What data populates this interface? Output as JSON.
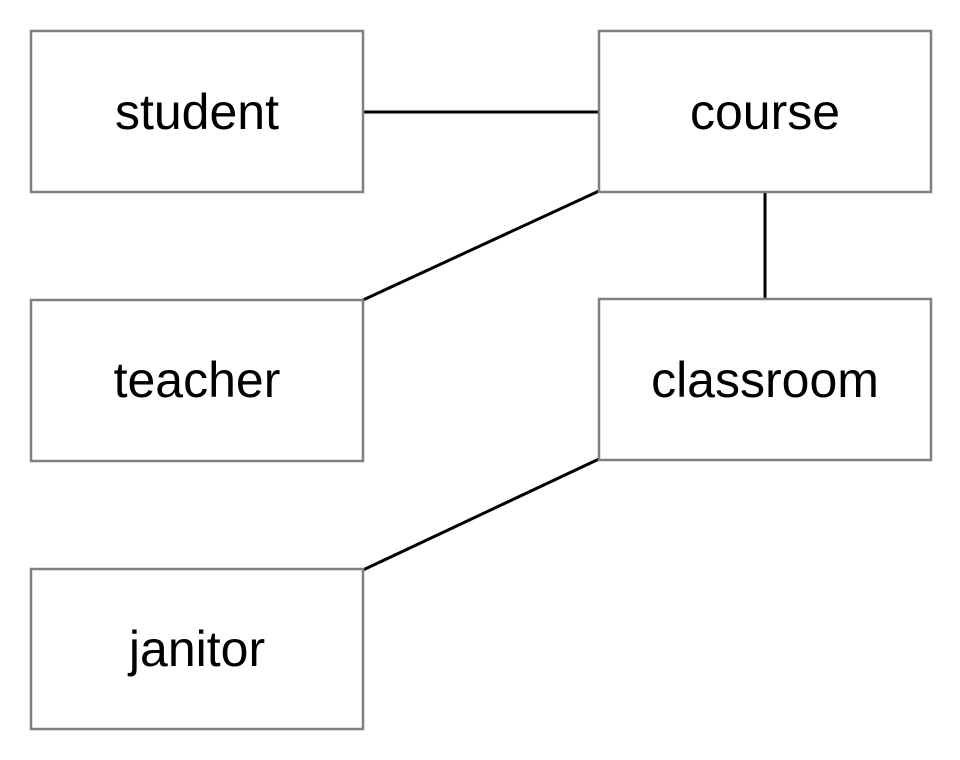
{
  "nodes": [
    {
      "id": "student",
      "label": "student"
    },
    {
      "id": "course",
      "label": "course"
    },
    {
      "id": "teacher",
      "label": "teacher"
    },
    {
      "id": "classroom",
      "label": "classroom"
    },
    {
      "id": "janitor",
      "label": "janitor"
    }
  ],
  "edges": [
    {
      "from": "student",
      "to": "course"
    },
    {
      "from": "teacher",
      "to": "course"
    },
    {
      "from": "course",
      "to": "classroom"
    },
    {
      "from": "janitor",
      "to": "classroom"
    }
  ],
  "colors": {
    "box_border": "#808080",
    "line": "#000000",
    "text": "#000000",
    "background": "#ffffff"
  }
}
